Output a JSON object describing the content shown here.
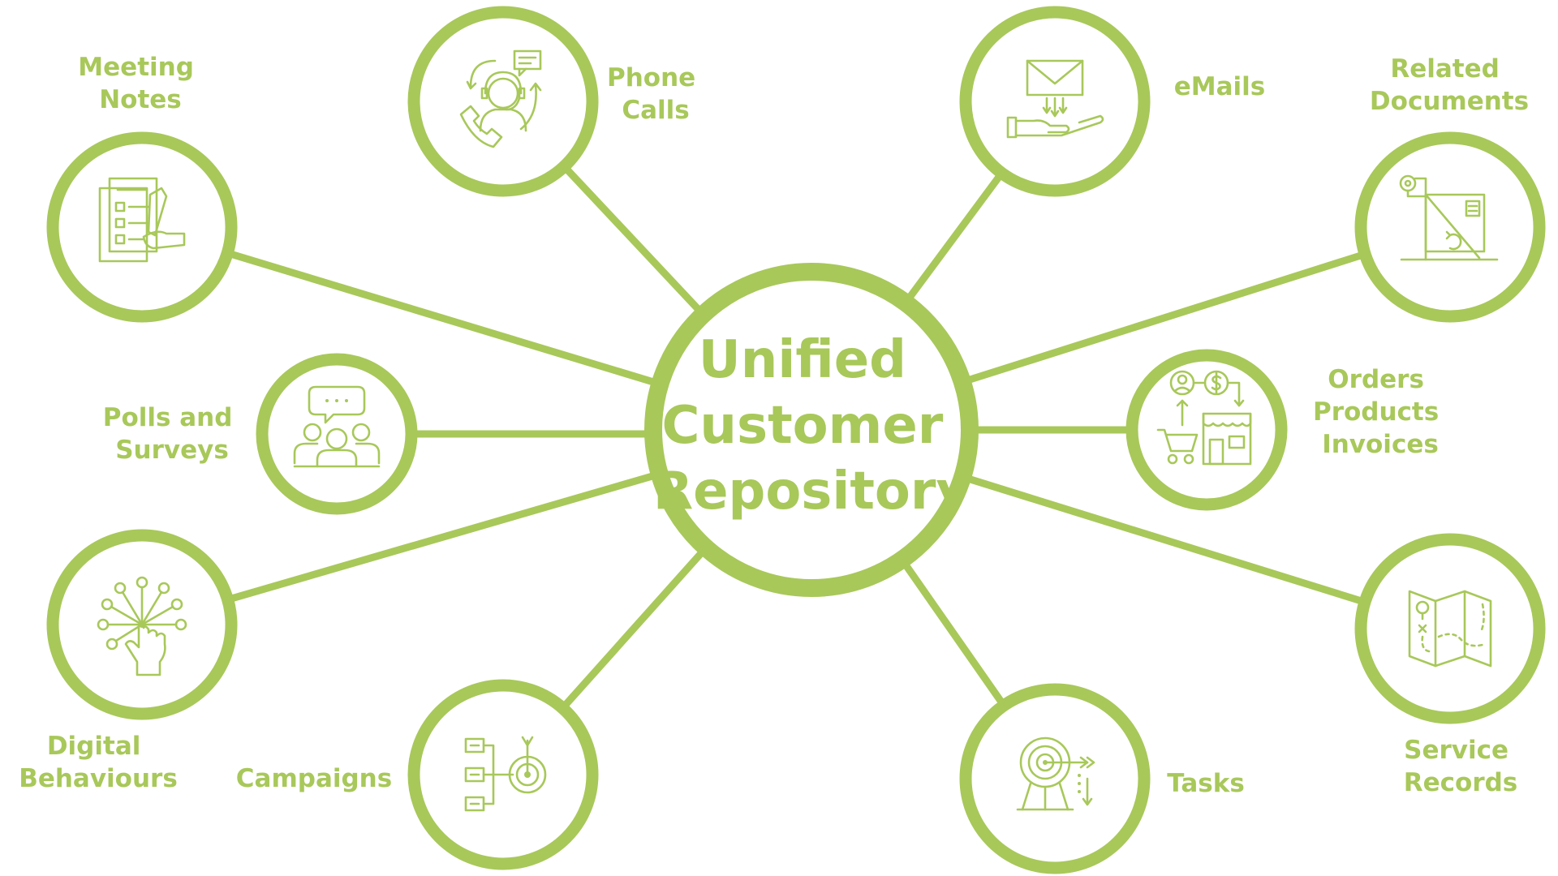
{
  "center": {
    "lines": [
      "Unified",
      "Customer",
      "Repository"
    ]
  },
  "nodes": [
    {
      "id": "meeting-notes",
      "lines": [
        "Meeting",
        "Notes"
      ],
      "icon": "checklist-pen-icon"
    },
    {
      "id": "phone-calls",
      "lines": [
        "Phone",
        "Calls"
      ],
      "icon": "call-agent-icon"
    },
    {
      "id": "emails",
      "lines": [
        "eMails"
      ],
      "icon": "envelope-hand-icon"
    },
    {
      "id": "related-documents",
      "lines": [
        "Related",
        "Documents"
      ],
      "icon": "blueprint-document-icon"
    },
    {
      "id": "polls-surveys",
      "lines": [
        "Polls and",
        "Surveys"
      ],
      "icon": "group-chat-icon"
    },
    {
      "id": "orders-products-invoices",
      "lines": [
        "Orders",
        "Products",
        "Invoices"
      ],
      "icon": "shop-cart-icon"
    },
    {
      "id": "digital-behaviours",
      "lines": [
        "Digital",
        "Behaviours"
      ],
      "icon": "touch-network-icon"
    },
    {
      "id": "campaigns",
      "lines": [
        "Campaigns"
      ],
      "icon": "flow-target-icon"
    },
    {
      "id": "tasks",
      "lines": [
        "Tasks"
      ],
      "icon": "target-arrow-icon"
    },
    {
      "id": "service-records",
      "lines": [
        "Service",
        "Records"
      ],
      "icon": "map-route-icon"
    }
  ],
  "colors": {
    "accent": "#a8c85a",
    "background": "#ffffff"
  }
}
